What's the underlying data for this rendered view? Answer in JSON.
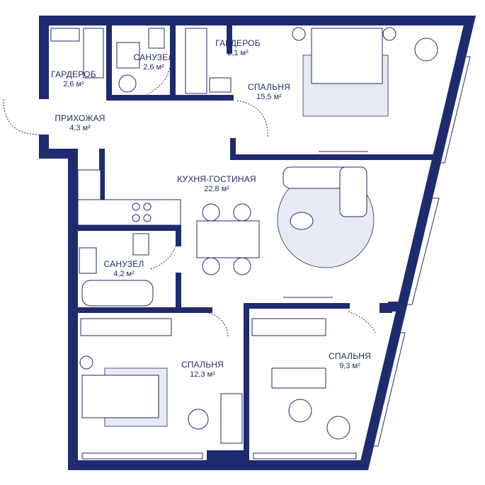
{
  "rooms": {
    "wardrobe_left": {
      "name": "ГАРДЕРОБ",
      "area": "2,6 м²"
    },
    "bathroom_top": {
      "name": "САНУЗЕЛ",
      "area": "2,6 м²"
    },
    "wardrobe_top": {
      "name": "ГАРДЕРОБ",
      "area": "2,1 м²"
    },
    "bedroom_master": {
      "name": "СПАЛЬНЯ",
      "area": "15,5 м²"
    },
    "hallway": {
      "name": "ПРИХОЖАЯ",
      "area": "4,3 м²"
    },
    "kitchen_living": {
      "name": "КУХНЯ-ГОСТИНАЯ",
      "area": "22,8 м²"
    },
    "bathroom_mid": {
      "name": "САНУЗЕЛ",
      "area": "4,2 м²"
    },
    "bedroom_left": {
      "name": "СПАЛЬНЯ",
      "area": "12,3 м²"
    },
    "bedroom_right": {
      "name": "СПАЛЬНЯ",
      "area": "9,3 м²"
    }
  },
  "colors": {
    "wall": "#1f2b6e",
    "rug": "#e7eaf3",
    "background": "#ffffff"
  }
}
